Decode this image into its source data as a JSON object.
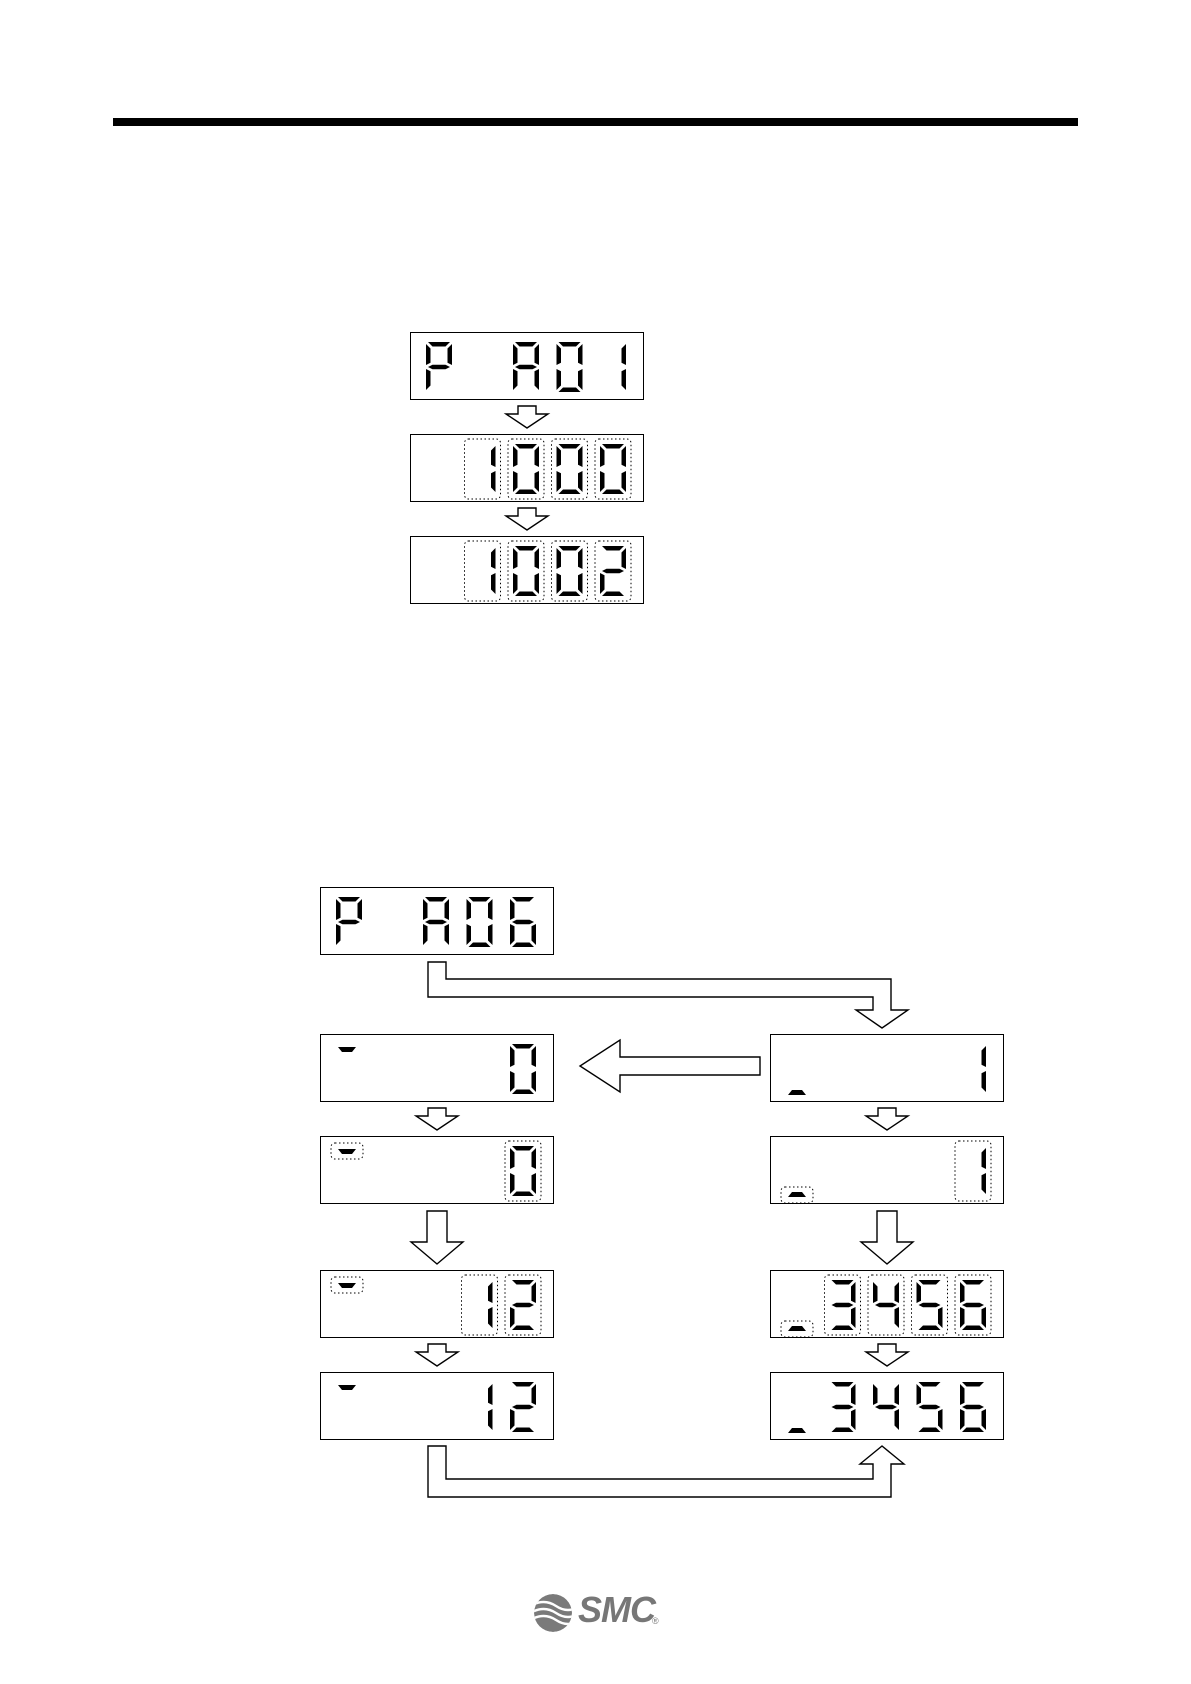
{
  "header": {
    "rule": "thick-black-rule"
  },
  "colors": {
    "segment": "#000000",
    "flash": "#000000",
    "arrow_fill": "#ffffff",
    "logo": "#777777"
  },
  "sequence1": {
    "displays": [
      {
        "id": "d1",
        "digits": [
          "P",
          "",
          "A",
          "0",
          "1"
        ],
        "flash": []
      },
      {
        "id": "d2",
        "digits": [
          "",
          "1",
          "0",
          "0",
          "0"
        ],
        "flash": [
          1,
          2,
          3,
          4
        ]
      },
      {
        "id": "d3",
        "digits": [
          "",
          "1",
          "0",
          "0",
          "2"
        ],
        "flash": [
          1,
          2,
          3,
          4
        ]
      }
    ]
  },
  "sequence2": {
    "displays": [
      {
        "id": "e1",
        "digits": [
          "P",
          "",
          "A",
          "0",
          "6"
        ],
        "flash": []
      },
      {
        "id": "e2",
        "digits": [
          "",
          "",
          "",
          "",
          "0"
        ],
        "flash": [],
        "indicator": "upper"
      },
      {
        "id": "e3",
        "digits": [
          "",
          "",
          "",
          "",
          "0"
        ],
        "flash": [
          4
        ],
        "indicator": "upper",
        "indicator_flash": true
      },
      {
        "id": "e4",
        "digits": [
          "",
          "",
          "",
          "1",
          "2"
        ],
        "flash": [
          3,
          4
        ],
        "indicator": "upper",
        "indicator_flash": true
      },
      {
        "id": "e5",
        "digits": [
          "",
          "",
          "",
          "1",
          "2"
        ],
        "flash": [],
        "indicator": "upper"
      },
      {
        "id": "e6",
        "digits": [
          "",
          "",
          "",
          "",
          "1"
        ],
        "flash": [],
        "indicator": "lower"
      },
      {
        "id": "e7",
        "digits": [
          "",
          "",
          "",
          "",
          "1"
        ],
        "flash": [
          4
        ],
        "indicator": "lower",
        "indicator_flash": true
      },
      {
        "id": "e8",
        "digits": [
          "",
          "3",
          "4",
          "5",
          "6"
        ],
        "flash": [
          1,
          2,
          3,
          4
        ],
        "indicator": "lower",
        "indicator_flash": true
      },
      {
        "id": "e9",
        "digits": [
          "",
          "3",
          "4",
          "5",
          "6"
        ],
        "flash": [],
        "indicator": "lower"
      }
    ]
  },
  "footer": {
    "logo_text": "SMC",
    "logo_mark": "®",
    "logo_icon": "smc-logo-icon"
  }
}
